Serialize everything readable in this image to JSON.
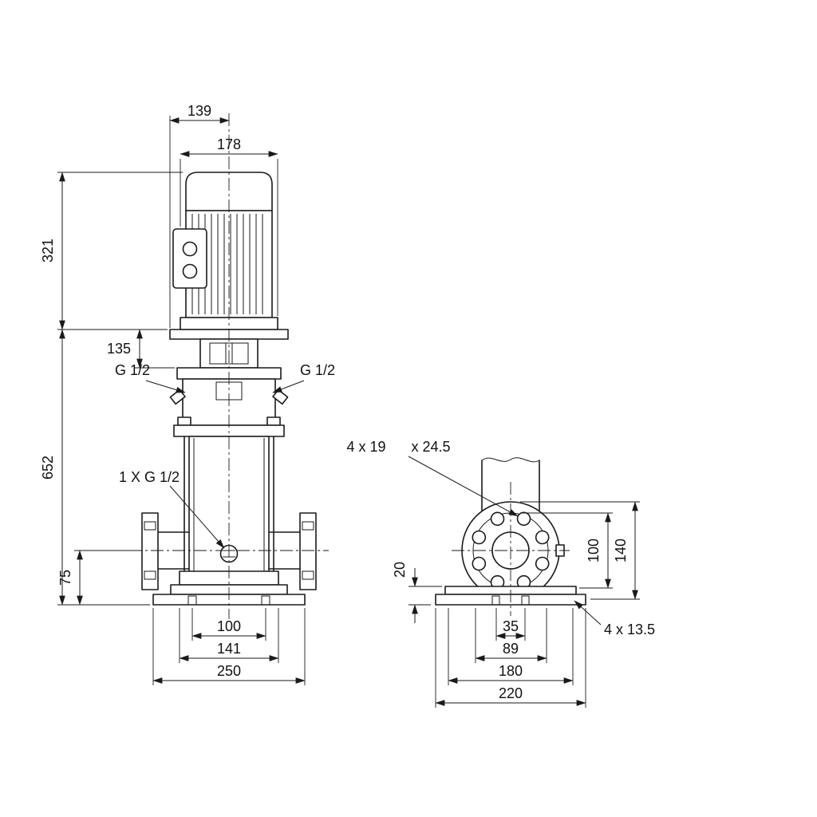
{
  "drawing": {
    "background": "#ffffff",
    "line_color": "#1a1a1a",
    "front_view": {
      "dims": {
        "d139": "139",
        "d178": "178",
        "d321": "321",
        "d135": "135",
        "d652": "652",
        "d75": "75",
        "d100": "100",
        "d141": "141",
        "d250": "250"
      },
      "labels": {
        "plug_left": "G 1/2",
        "plug_right": "G 1/2",
        "drain_plug": "1 X G 1/2"
      }
    },
    "side_view": {
      "dims": {
        "d20": "20",
        "d100": "100",
        "d140": "140",
        "d35": "35",
        "d89": "89",
        "d180": "180",
        "d220": "220"
      },
      "labels": {
        "flange_holes": "4 x 19",
        "flange_spotface": "x 24.5",
        "base_holes": "4 x 13.5"
      }
    }
  }
}
